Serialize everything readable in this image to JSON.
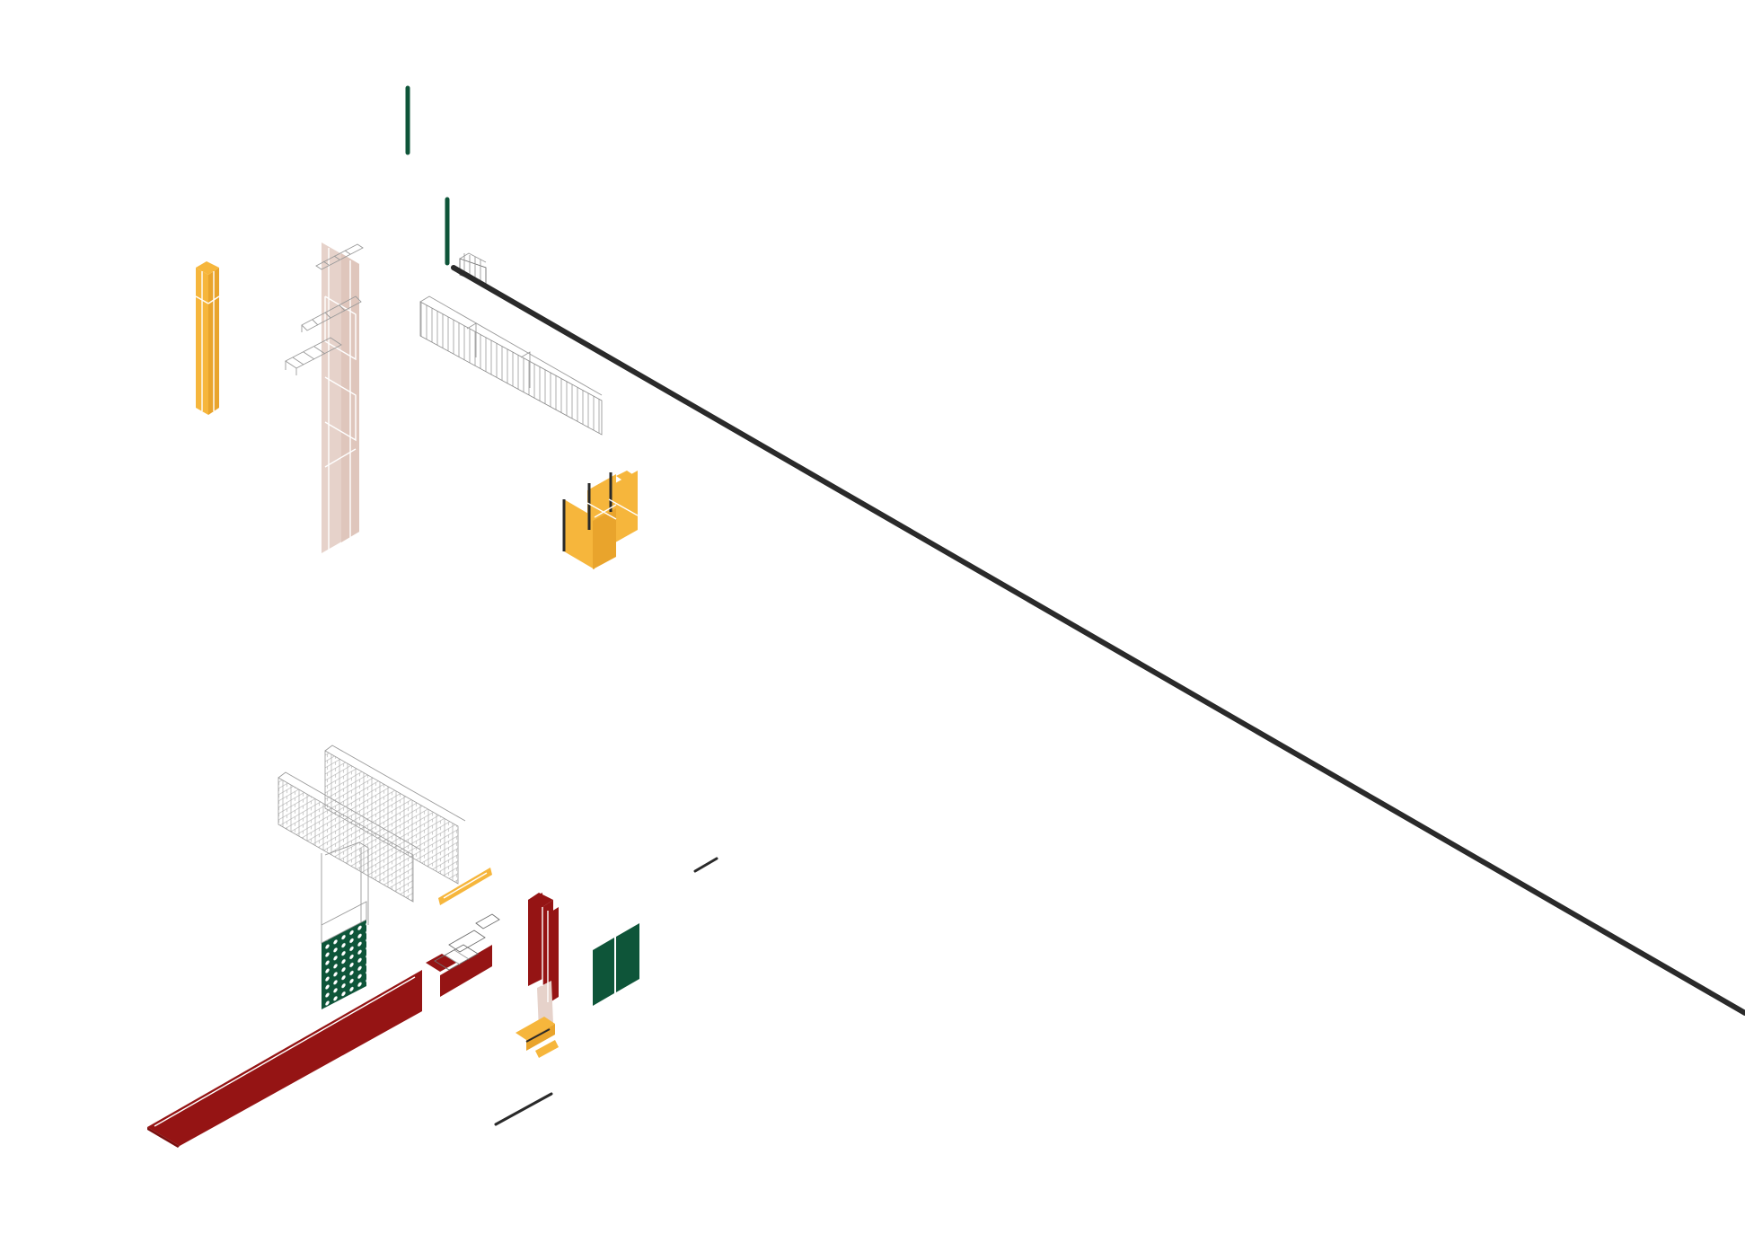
{
  "colors": {
    "background": "#ffffff",
    "yellow": "#f6b63c",
    "red": "#951414",
    "green": "#0e5539",
    "pink": "#e6d2ca",
    "dark_line": "#2a2a2a",
    "wireframe": "#9a9a9a"
  },
  "components": [
    {
      "name": "green-post-upper",
      "color": "green"
    },
    {
      "name": "green-post-lower",
      "color": "green"
    },
    {
      "name": "long-dark-beam",
      "color": "dark_line"
    },
    {
      "name": "yellow-vertical-column",
      "color": "yellow"
    },
    {
      "name": "pink-wall-with-shelves",
      "color": "pink"
    },
    {
      "name": "railing-wireframe",
      "color": "wireframe"
    },
    {
      "name": "yellow-panel-cluster",
      "color": "yellow"
    },
    {
      "name": "brick-wall-wireframes",
      "color": "wireframe"
    },
    {
      "name": "green-lattice-panel",
      "color": "green"
    },
    {
      "name": "red-floor-slab",
      "color": "red"
    },
    {
      "name": "red-column-assembly",
      "color": "red"
    },
    {
      "name": "green-door-panels",
      "color": "green"
    },
    {
      "name": "short-dark-segments",
      "color": "dark_line"
    }
  ]
}
